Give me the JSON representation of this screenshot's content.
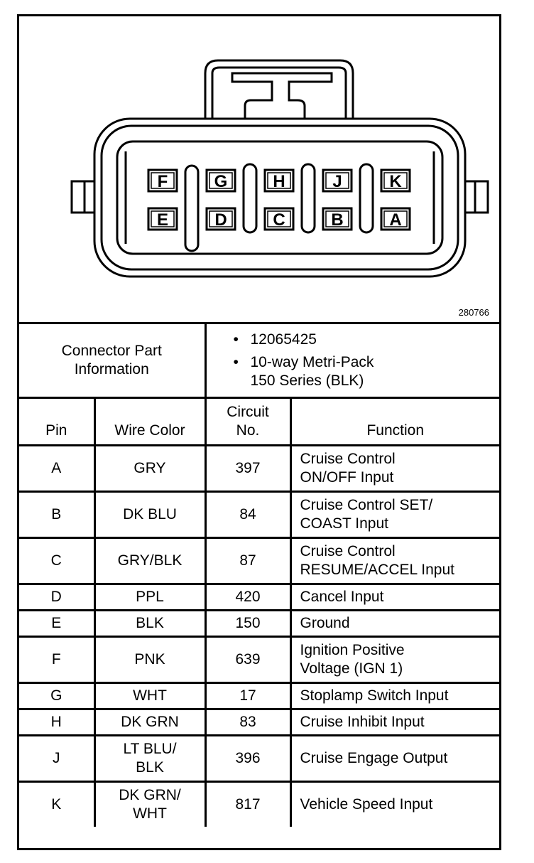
{
  "diagram": {
    "part_number": "280766",
    "cavities_top": [
      "F",
      "G",
      "H",
      "J",
      "K"
    ],
    "cavities_bottom": [
      "E",
      "D",
      "C",
      "B",
      "A"
    ]
  },
  "connector_info": {
    "label_line1": "Connector Part",
    "label_line2": "Information",
    "items": [
      {
        "line1": "12065425",
        "line2": ""
      },
      {
        "line1": "10-way Metri-Pack",
        "line2": "150 Series (BLK)"
      }
    ]
  },
  "table": {
    "headers": {
      "pin": "Pin",
      "wire_color": "Wire Color",
      "circuit_line1": "Circuit",
      "circuit_line2": "No.",
      "function": "Function"
    },
    "rows": [
      {
        "pin": "A",
        "wire1": "GRY",
        "wire2": "",
        "circuit": "397",
        "func1": "Cruise Control",
        "func2": "ON/OFF Input"
      },
      {
        "pin": "B",
        "wire1": "DK BLU",
        "wire2": "",
        "circuit": "84",
        "func1": "Cruise Control SET/",
        "func2": "COAST Input"
      },
      {
        "pin": "C",
        "wire1": "GRY/BLK",
        "wire2": "",
        "circuit": "87",
        "func1": "Cruise Control",
        "func2": "RESUME/ACCEL Input"
      },
      {
        "pin": "D",
        "wire1": "PPL",
        "wire2": "",
        "circuit": "420",
        "func1": "Cancel Input",
        "func2": ""
      },
      {
        "pin": "E",
        "wire1": "BLK",
        "wire2": "",
        "circuit": "150",
        "func1": "Ground",
        "func2": ""
      },
      {
        "pin": "F",
        "wire1": "PNK",
        "wire2": "",
        "circuit": "639",
        "func1": "Ignition Positive",
        "func2": "Voltage (IGN 1)"
      },
      {
        "pin": "G",
        "wire1": "WHT",
        "wire2": "",
        "circuit": "17",
        "func1": "Stoplamp Switch Input",
        "func2": ""
      },
      {
        "pin": "H",
        "wire1": "DK GRN",
        "wire2": "",
        "circuit": "83",
        "func1": "Cruise Inhibit Input",
        "func2": ""
      },
      {
        "pin": "J",
        "wire1": "LT BLU/",
        "wire2": "BLK",
        "circuit": "396",
        "func1": "Cruise Engage Output",
        "func2": ""
      },
      {
        "pin": "K",
        "wire1": "DK GRN/",
        "wire2": "WHT",
        "circuit": "817",
        "func1": "Vehicle Speed Input",
        "func2": ""
      }
    ]
  }
}
